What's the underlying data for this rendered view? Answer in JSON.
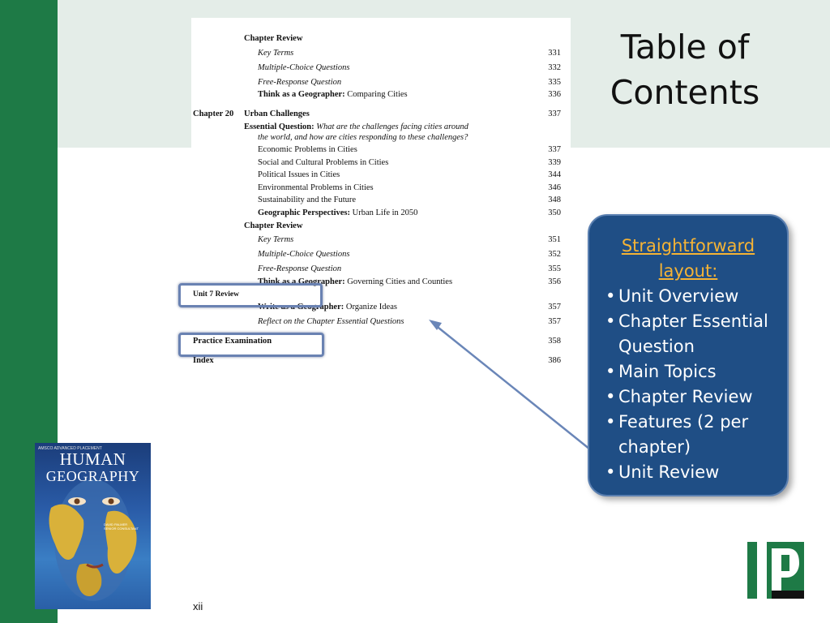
{
  "slide": {
    "title_line1": "Table of",
    "title_line2": "Contents",
    "page_number": "xii"
  },
  "toc": {
    "ch19_review_head": "Chapter Review",
    "ch19_key_terms": "Key Terms",
    "ch19_key_terms_pg": "331",
    "ch19_mcq": "Multiple-Choice Questions",
    "ch19_mcq_pg": "332",
    "ch19_frq": "Free-Response Question",
    "ch19_frq_pg": "335",
    "ch19_think_label": "Think as a Geographer:",
    "ch19_think_text": "Comparing Cities",
    "ch19_think_pg": "336",
    "ch20_label": "Chapter 20",
    "ch20_title": "Urban Challenges",
    "ch20_pg": "337",
    "eq_label": "Essential Question:",
    "eq_text_line1": "What are the challenges facing cities around",
    "eq_text_line2": "the world, and how are cities responding to these challenges?",
    "topic1": "Economic Problems in Cities",
    "topic1_pg": "337",
    "topic2": "Social and Cultural Problems in Cities",
    "topic2_pg": "339",
    "topic3": "Political Issues in Cities",
    "topic3_pg": "344",
    "topic4": "Environmental Problems in Cities",
    "topic4_pg": "346",
    "topic5": "Sustainability and the Future",
    "topic5_pg": "348",
    "gp_label": "Geographic Perspectives:",
    "gp_text": "Urban Life in 2050",
    "gp_pg": "350",
    "ch20_review_head": "Chapter Review",
    "ch20_key_terms": "Key Terms",
    "ch20_key_terms_pg": "351",
    "ch20_mcq": "Multiple-Choice Questions",
    "ch20_mcq_pg": "352",
    "ch20_frq": "Free-Response Question",
    "ch20_frq_pg": "355",
    "ch20_think_label": "Think as a Geographer:",
    "ch20_think_text": "Governing Cities and Counties",
    "ch20_think_pg": "356",
    "unit7_review": "Unit 7 Review",
    "write_label": "Write as a Geographer:",
    "write_text": "Organize Ideas",
    "write_pg": "357",
    "reflect": "Reflect on the Chapter Essential Questions",
    "reflect_pg": "357",
    "practice_exam": "Practice Examination",
    "practice_exam_pg": "358",
    "index": "Index",
    "index_pg": "386"
  },
  "callout": {
    "heading_line1": "Straightforward",
    "heading_line2": "layout:",
    "items": [
      "Unit Overview",
      "Chapter Essential Question",
      "Main Topics",
      "Chapter Review",
      "Features (2 per chapter)",
      "Unit Review"
    ],
    "bullet": "•"
  },
  "book": {
    "series": "AMSCO ADVANCED PLACEMENT",
    "title_line1": "HUMAN",
    "title_line2": "GEOGRAPHY",
    "author1": "DAVID PALMER",
    "author2": "SENIOR CONSULTANT"
  },
  "colors": {
    "green_bar": "#1e7a46",
    "band": "#e4ede8",
    "callout_bg": "#1f4e85",
    "callout_heading": "#f5b335",
    "arrow": "#6a86b8"
  }
}
